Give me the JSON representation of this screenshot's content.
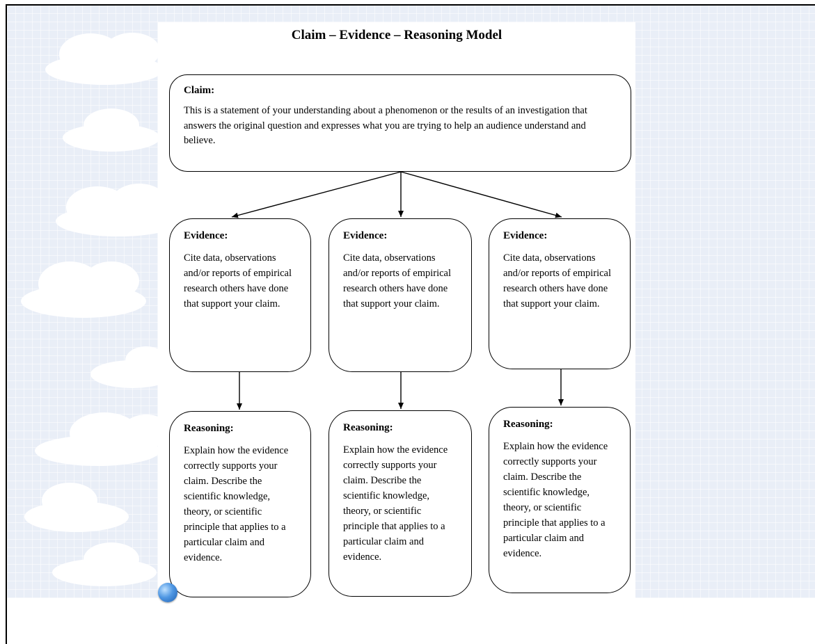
{
  "title": "Claim – Evidence – Reasoning Model",
  "claim": {
    "heading": "Claim:",
    "text": "This is a statement of your understanding about a phenomenon or the results of an investigation that answers the original question and expresses what you are trying to help an audience understand and believe."
  },
  "evidence": [
    {
      "heading": "Evidence:",
      "text": "Cite data, observations and/or reports of empirical research others have done that support your claim."
    },
    {
      "heading": "Evidence:",
      "text": "Cite data, observations and/or reports of empirical research others have done that support your claim."
    },
    {
      "heading": "Evidence:",
      "text": "Cite data, observations and/or reports of empirical research others have done that support your claim."
    }
  ],
  "reasoning": [
    {
      "heading": "Reasoning:",
      "text": "Explain how the evidence correctly supports your claim. Describe the scientific knowledge, theory, or scientific principle that applies to a particular claim and evidence."
    },
    {
      "heading": "Reasoning:",
      "text": "Explain how the evidence correctly supports your claim. Describe the scientific knowledge, theory, or scientific principle that applies to a particular claim and evidence."
    },
    {
      "heading": "Reasoning:",
      "text": "Explain how the evidence correctly supports your claim. Describe the scientific knowledge, theory, or scientific principle that applies to a particular claim and evidence."
    }
  ],
  "icons": {
    "globe": "globe-icon"
  },
  "colors": {
    "sky": "#e9eef7",
    "cloud": "#ffffff",
    "globe": "#4f97e3"
  }
}
